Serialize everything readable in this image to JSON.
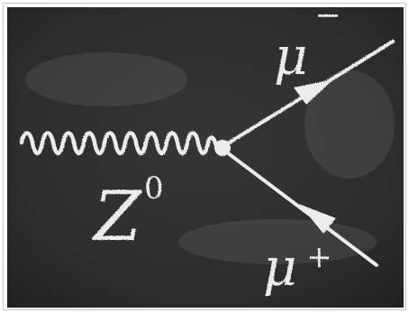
{
  "diagram": {
    "boson_label": "Z",
    "boson_superscript": "0",
    "muon_minus_label": "μ",
    "muon_minus_sign": "−",
    "muon_plus_label": "μ",
    "muon_plus_sign": "+"
  },
  "colors": {
    "chalkboard": "#2d2e2d",
    "chalk": "#ececec"
  },
  "icons": {
    "photon_line": "wavy-propagator-icon",
    "vertex": "vertex-dot-icon",
    "arrow_outgoing": "fermion-arrow-outgoing-icon",
    "arrow_incoming": "fermion-arrow-incoming-icon"
  }
}
